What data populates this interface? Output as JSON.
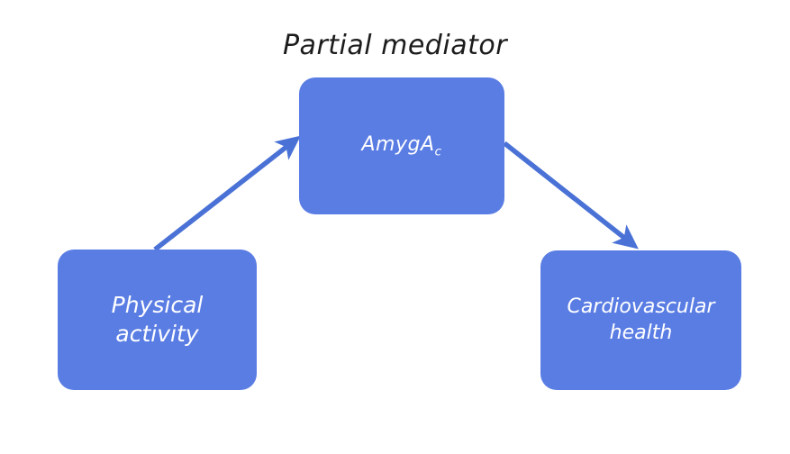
{
  "diagram": {
    "type": "mediation-path-diagram",
    "title": "Partial mediator",
    "background_color": "#ffffff",
    "node_color": "#5a7de4",
    "node_text_color": "#ffffff",
    "arrow_color": "#4a72d6",
    "title_color": "#1c1c1c",
    "nodes": {
      "mediator": {
        "label_main": "AmygA",
        "label_sub": "c",
        "role": "mediator"
      },
      "source": {
        "label": "Physical\nactivity",
        "role": "predictor"
      },
      "outcome": {
        "label": "Cardiovascular\nhealth",
        "role": "outcome"
      }
    },
    "arrows": [
      {
        "name": "physical-activity-to-amygac",
        "from": "source",
        "to": "mediator",
        "direction": "up-right"
      },
      {
        "name": "amygac-to-cardiovascular-health",
        "from": "mediator",
        "to": "outcome",
        "direction": "down-right"
      }
    ]
  }
}
